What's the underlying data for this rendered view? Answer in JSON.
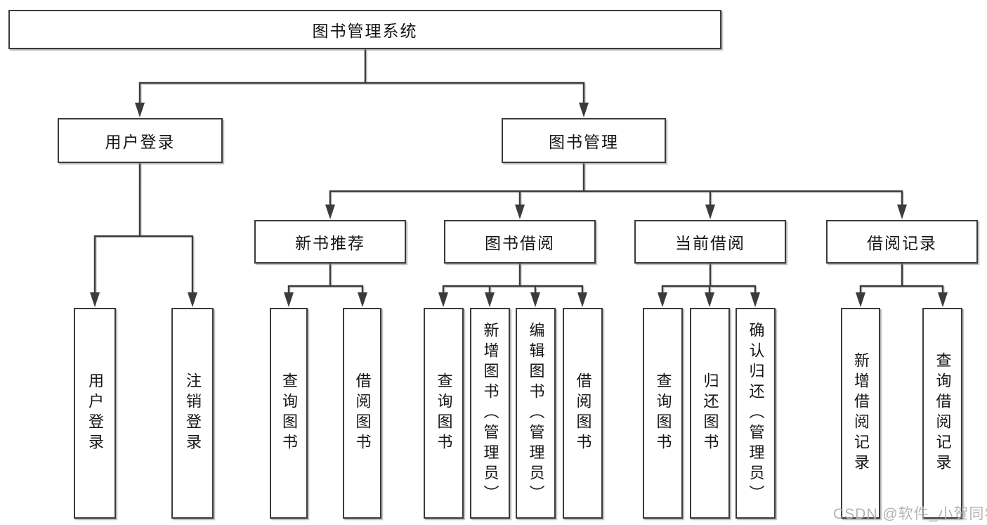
{
  "diagram": {
    "root": {
      "label": "图书管理系统",
      "children": [
        {
          "label": "用户登录",
          "children": [
            {
              "label": "用户登录"
            },
            {
              "label": "注销登录"
            }
          ]
        },
        {
          "label": "图书管理",
          "children": [
            {
              "label": "新书推荐",
              "children": [
                {
                  "label": "查询图书"
                },
                {
                  "label": "借阅图书"
                }
              ]
            },
            {
              "label": "图书借阅",
              "children": [
                {
                  "label": "查询图书"
                },
                {
                  "label": "新增图书（管理员）"
                },
                {
                  "label": "编辑图书（管理员）"
                },
                {
                  "label": "借阅图书"
                }
              ]
            },
            {
              "label": "当前借阅",
              "children": [
                {
                  "label": "查询图书"
                },
                {
                  "label": "归还图书"
                },
                {
                  "label": "确认归还（管理员）"
                }
              ]
            },
            {
              "label": "借阅记录",
              "children": [
                {
                  "label": "新增借阅记录"
                },
                {
                  "label": "查询借阅记录"
                }
              ]
            }
          ]
        }
      ]
    },
    "colors": {
      "border": "#3b3b3b",
      "line": "#3b3b3b",
      "text": "#161616",
      "background": "#ffffff",
      "watermark": "#aeaeae"
    }
  },
  "watermark": {
    "text": "CSDN @软件_小贺同学"
  }
}
